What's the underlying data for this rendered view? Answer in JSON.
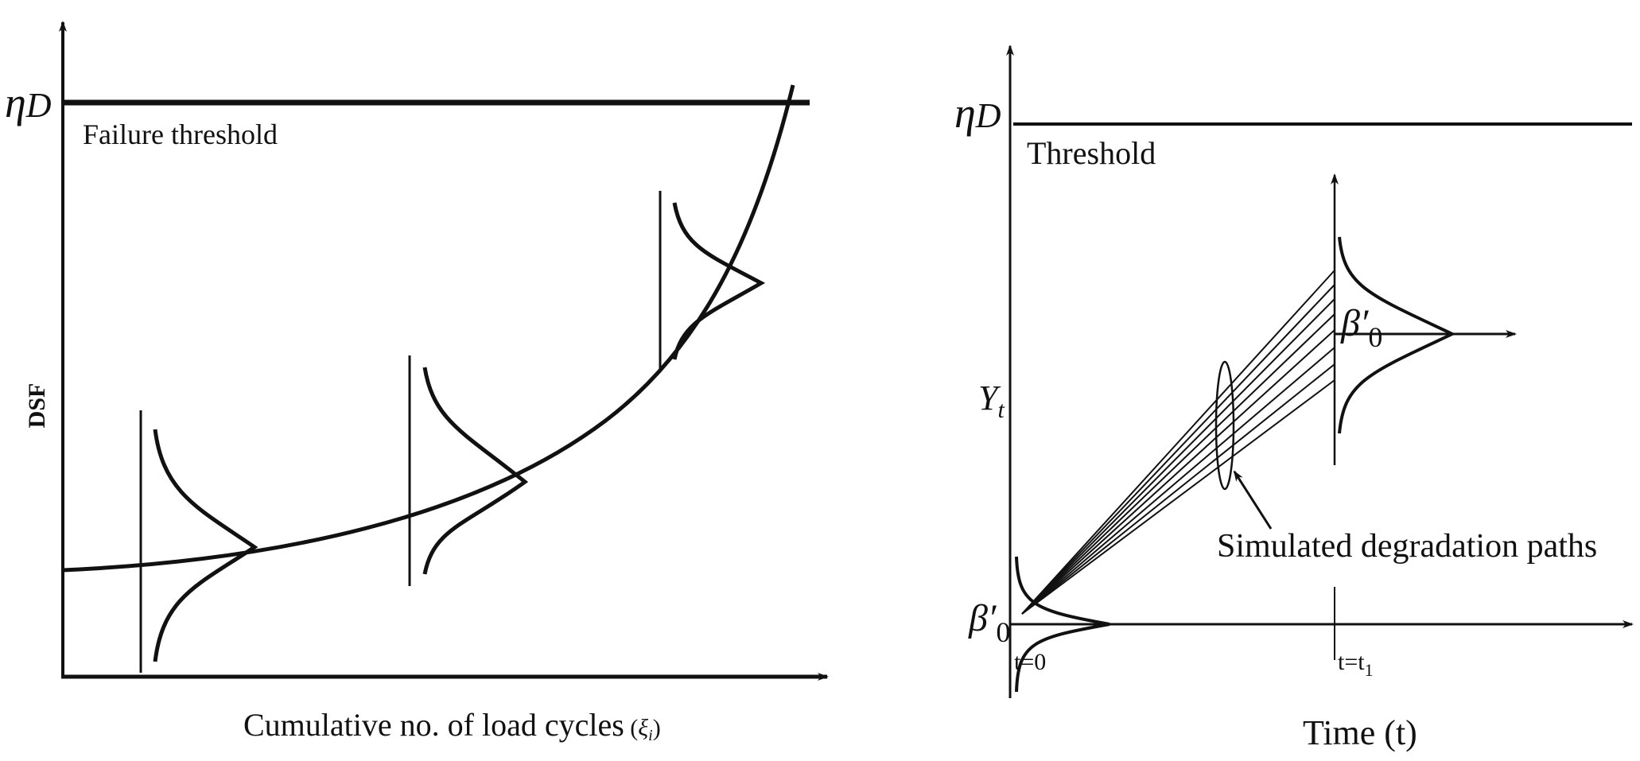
{
  "left_panel": {
    "threshold_symbol": "η",
    "threshold_subscript": "D",
    "threshold_label": "Failure threshold",
    "y_axis_label": "DSF",
    "x_axis_label": "Cumulative no. of load cycles",
    "x_axis_symbol": "ξ",
    "x_axis_symbol_sub": "i"
  },
  "right_panel": {
    "threshold_symbol": "η",
    "threshold_subscript": "D",
    "threshold_label": "Threshold",
    "y_symbol": "Y",
    "y_symbol_sub": "t",
    "beta_symbol": "β′",
    "beta_sub": "0",
    "annotation": "Simulated degradation paths",
    "t0_label": "t=0",
    "t1_label_main": "t=t",
    "t1_label_sub": "1",
    "x_axis_label": "Time (t)"
  },
  "colors": {
    "ink": "#111111",
    "background": "#ffffff"
  }
}
